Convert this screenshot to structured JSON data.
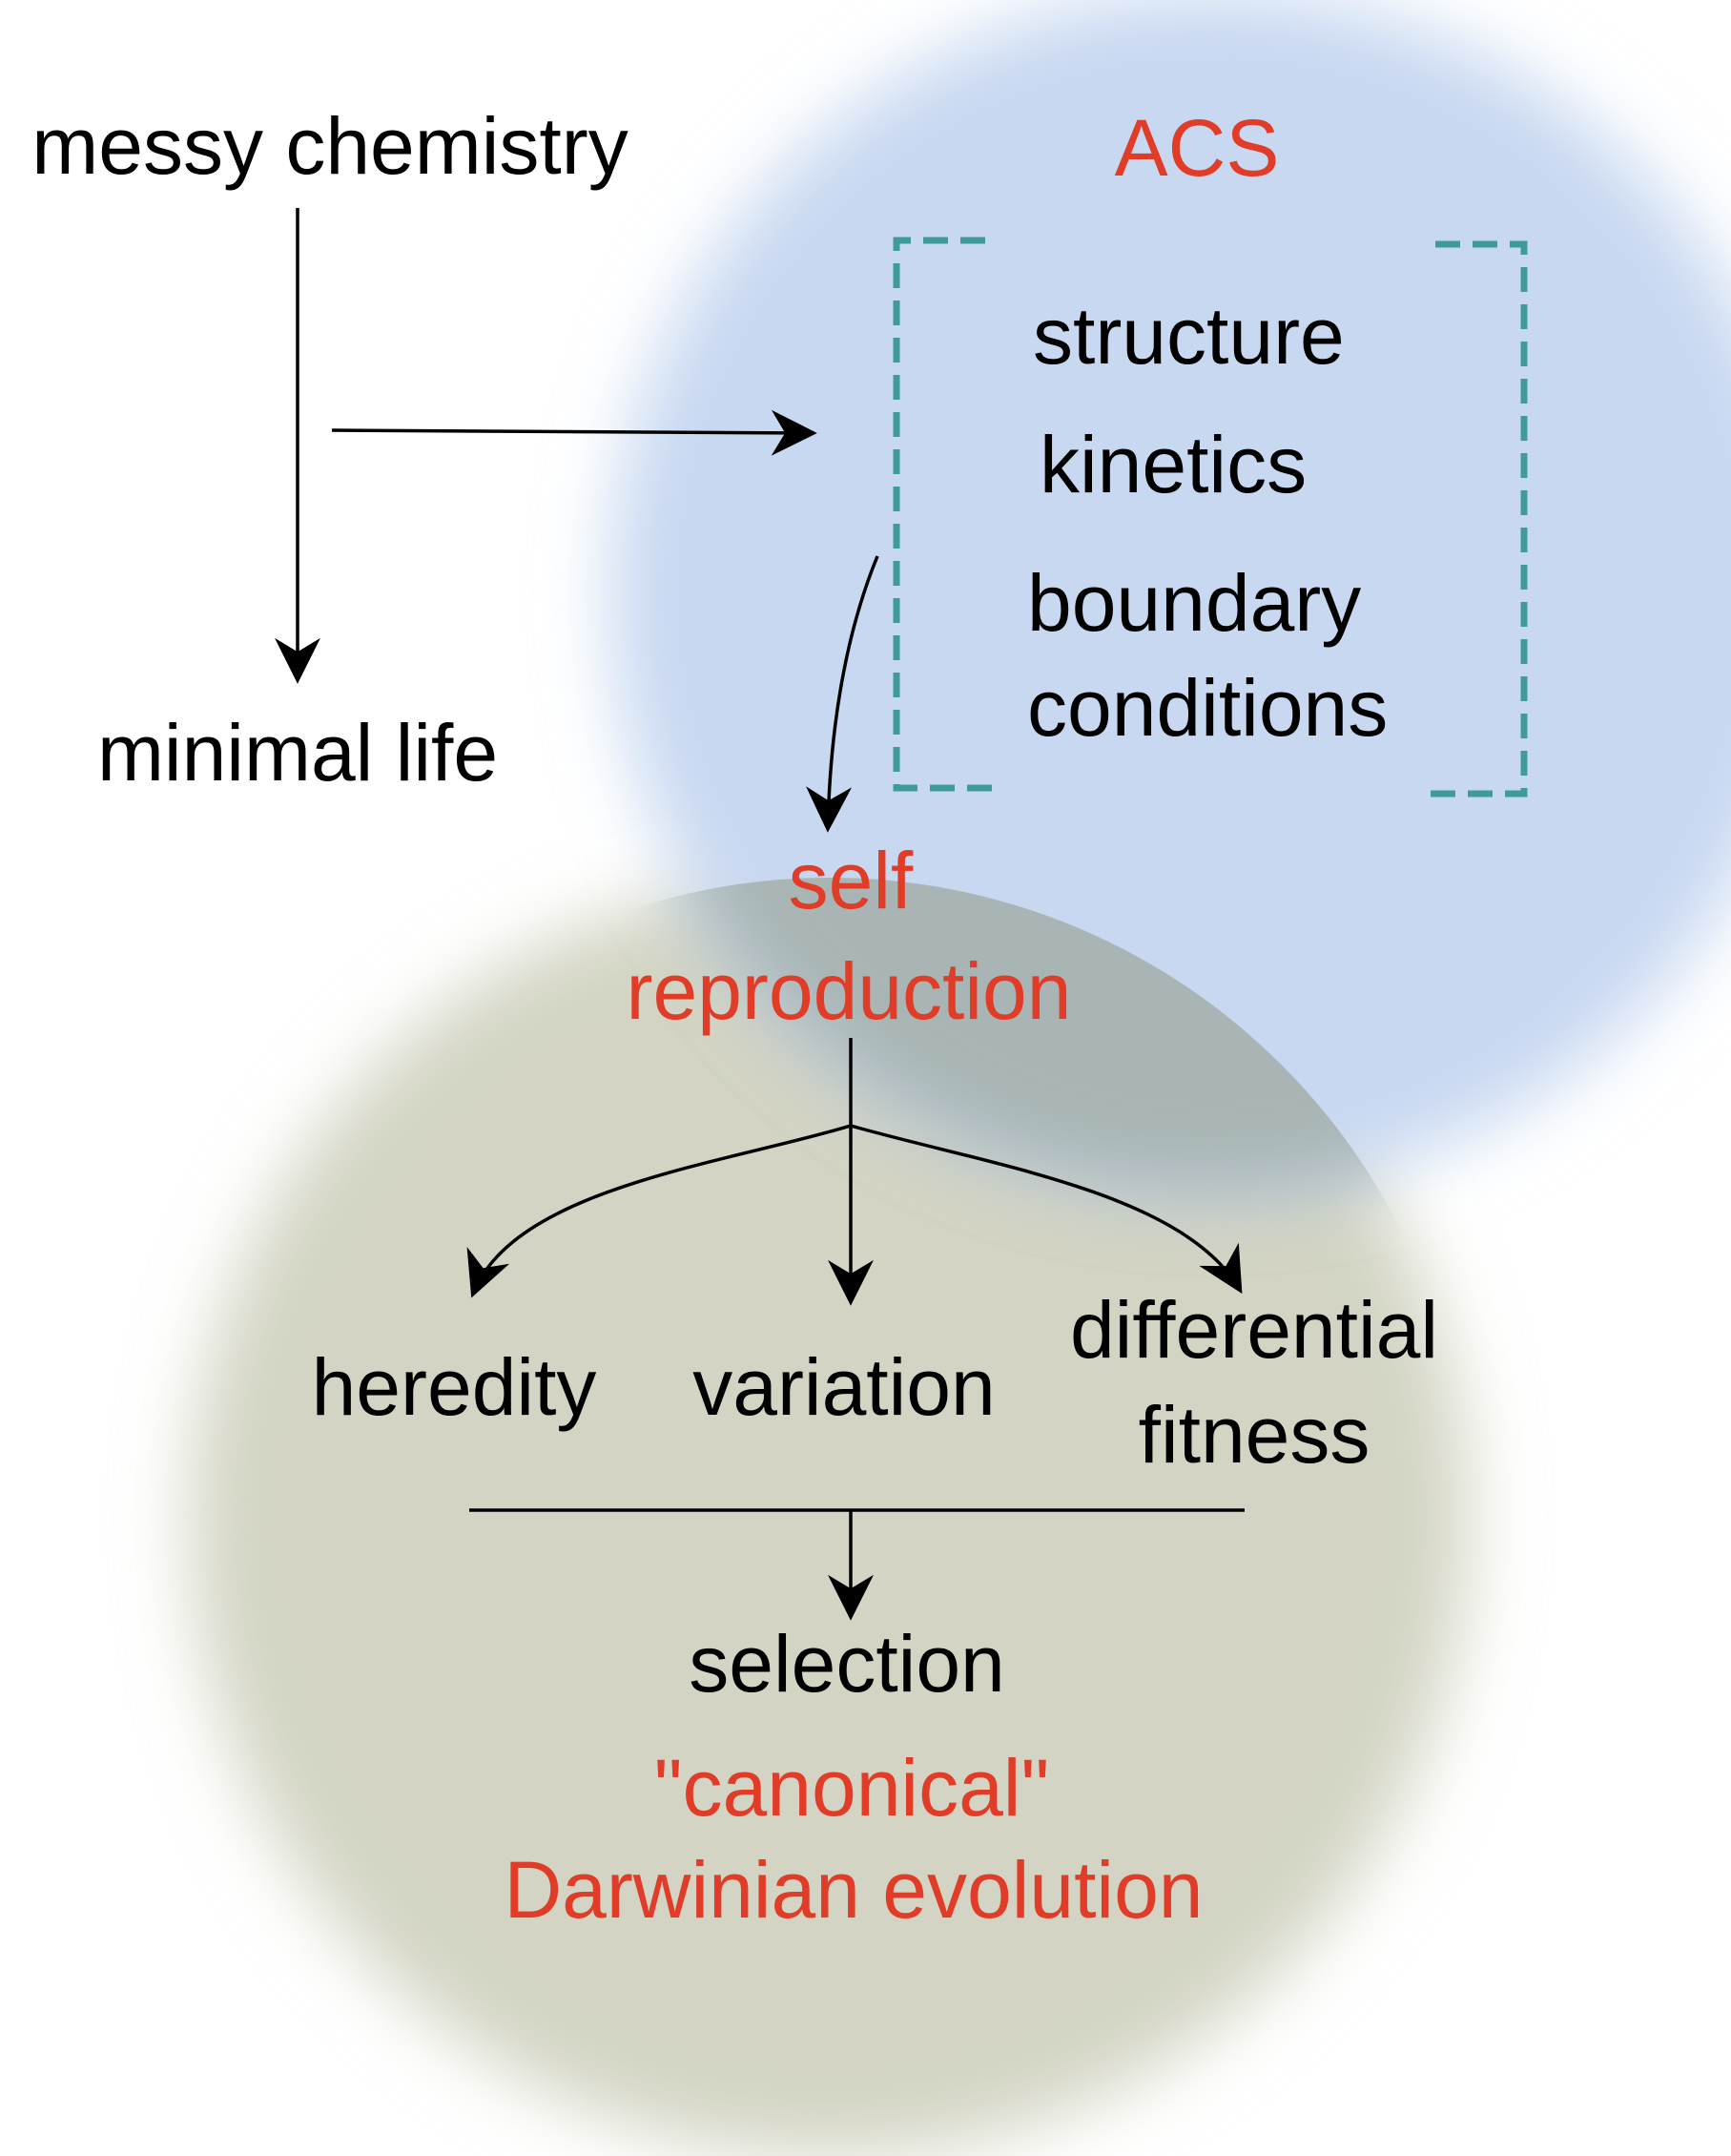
{
  "colors": {
    "text": "#000000",
    "accent": "#e03c28",
    "acs_circle": "#c8d8f1",
    "evolution_circle": "#d3d4c3",
    "overlap": "#a9b5b4",
    "bracket": "#3f9a9c",
    "arrow": "#000000"
  },
  "labels": {
    "messy_chemistry": "messy chemistry",
    "minimal_life": "minimal life",
    "acs": "ACS",
    "structure": "structure",
    "kinetics": "kinetics",
    "boundary": "boundary",
    "conditions": "conditions",
    "self": "self",
    "reproduction": "reproduction",
    "heredity": "heredity",
    "variation": "variation",
    "differential": "differential",
    "fitness": "fitness",
    "selection": "selection",
    "canonical": "\"canonical\"",
    "darwinian_evolution": "Darwinian evolution"
  }
}
